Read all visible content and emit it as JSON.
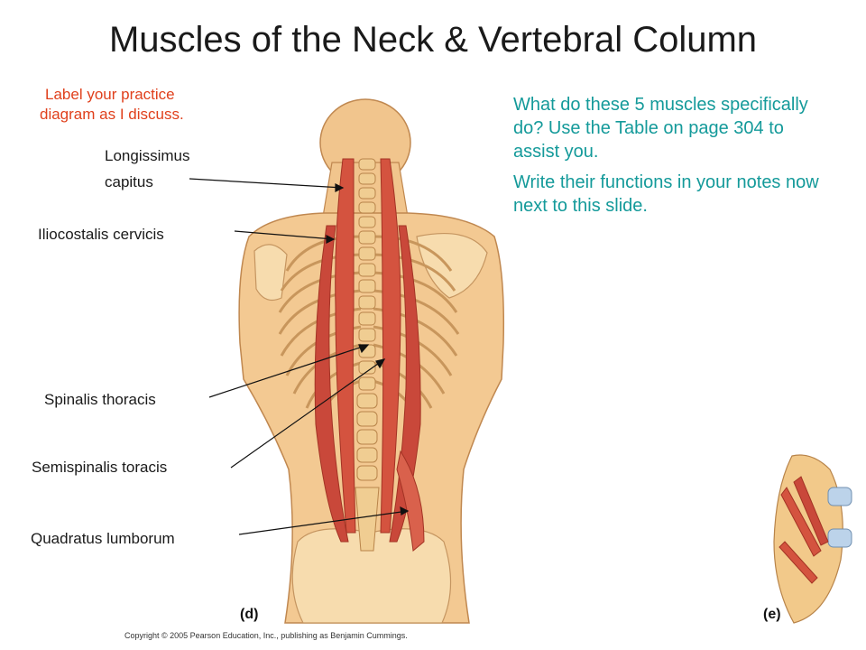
{
  "slide": {
    "title": "Muscles of the Neck & Vertebral Column",
    "instruction_line1": "Label your practice",
    "instruction_line2": "diagram as I discuss.",
    "question": "What do these 5 muscles specifically do? Use the Table on page 304 to assist you.",
    "task": "Write their functions in your notes now next to this slide."
  },
  "labels": {
    "longissimus_line1": "Longissimus",
    "longissimus_line2": "capitus",
    "iliocostalis": "Iliocostalis cervicis",
    "spinalis": "Spinalis thoracis",
    "semispinalis": "Semispinalis toracis",
    "quadratus": "Quadratus lumborum"
  },
  "figure": {
    "panel_d": "(d)",
    "panel_e": "(e)",
    "copyright": "Copyright © 2005 Pearson Education, Inc., publishing as Benjamin Cummings."
  },
  "colors": {
    "title": "#1a1a1a",
    "instruction": "#e0401c",
    "question": "#149a9a",
    "bone": "#f2c98a",
    "muscle": "#d4533f"
  }
}
